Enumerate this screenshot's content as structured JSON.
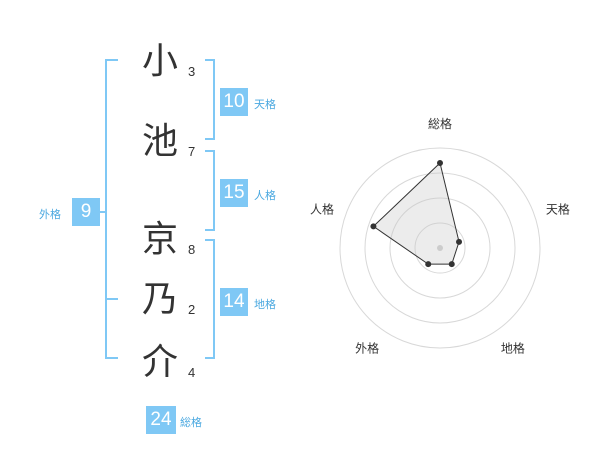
{
  "characters": [
    {
      "char": "小",
      "strokes": "3"
    },
    {
      "char": "池",
      "strokes": "7"
    },
    {
      "char": "京",
      "strokes": "8"
    },
    {
      "char": "乃",
      "strokes": "2"
    },
    {
      "char": "介",
      "strokes": "4"
    }
  ],
  "scores": {
    "tenkaku": {
      "value": "10",
      "label": "天格"
    },
    "jinkaku": {
      "value": "15",
      "label": "人格"
    },
    "chikaku": {
      "value": "14",
      "label": "地格"
    },
    "gaikaku": {
      "value": "9",
      "label": "外格"
    },
    "soukaku": {
      "value": "24",
      "label": "総格"
    }
  },
  "colors": {
    "accent": "#7fc8f5",
    "bracket": "#7fc8f5",
    "text": "#333333"
  },
  "chart_data": {
    "type": "radar",
    "axes": [
      "総格",
      "天格",
      "地格",
      "外格",
      "人格"
    ],
    "values": [
      0.85,
      0.2,
      0.2,
      0.2,
      0.7
    ],
    "rings": 4,
    "grid": true
  }
}
